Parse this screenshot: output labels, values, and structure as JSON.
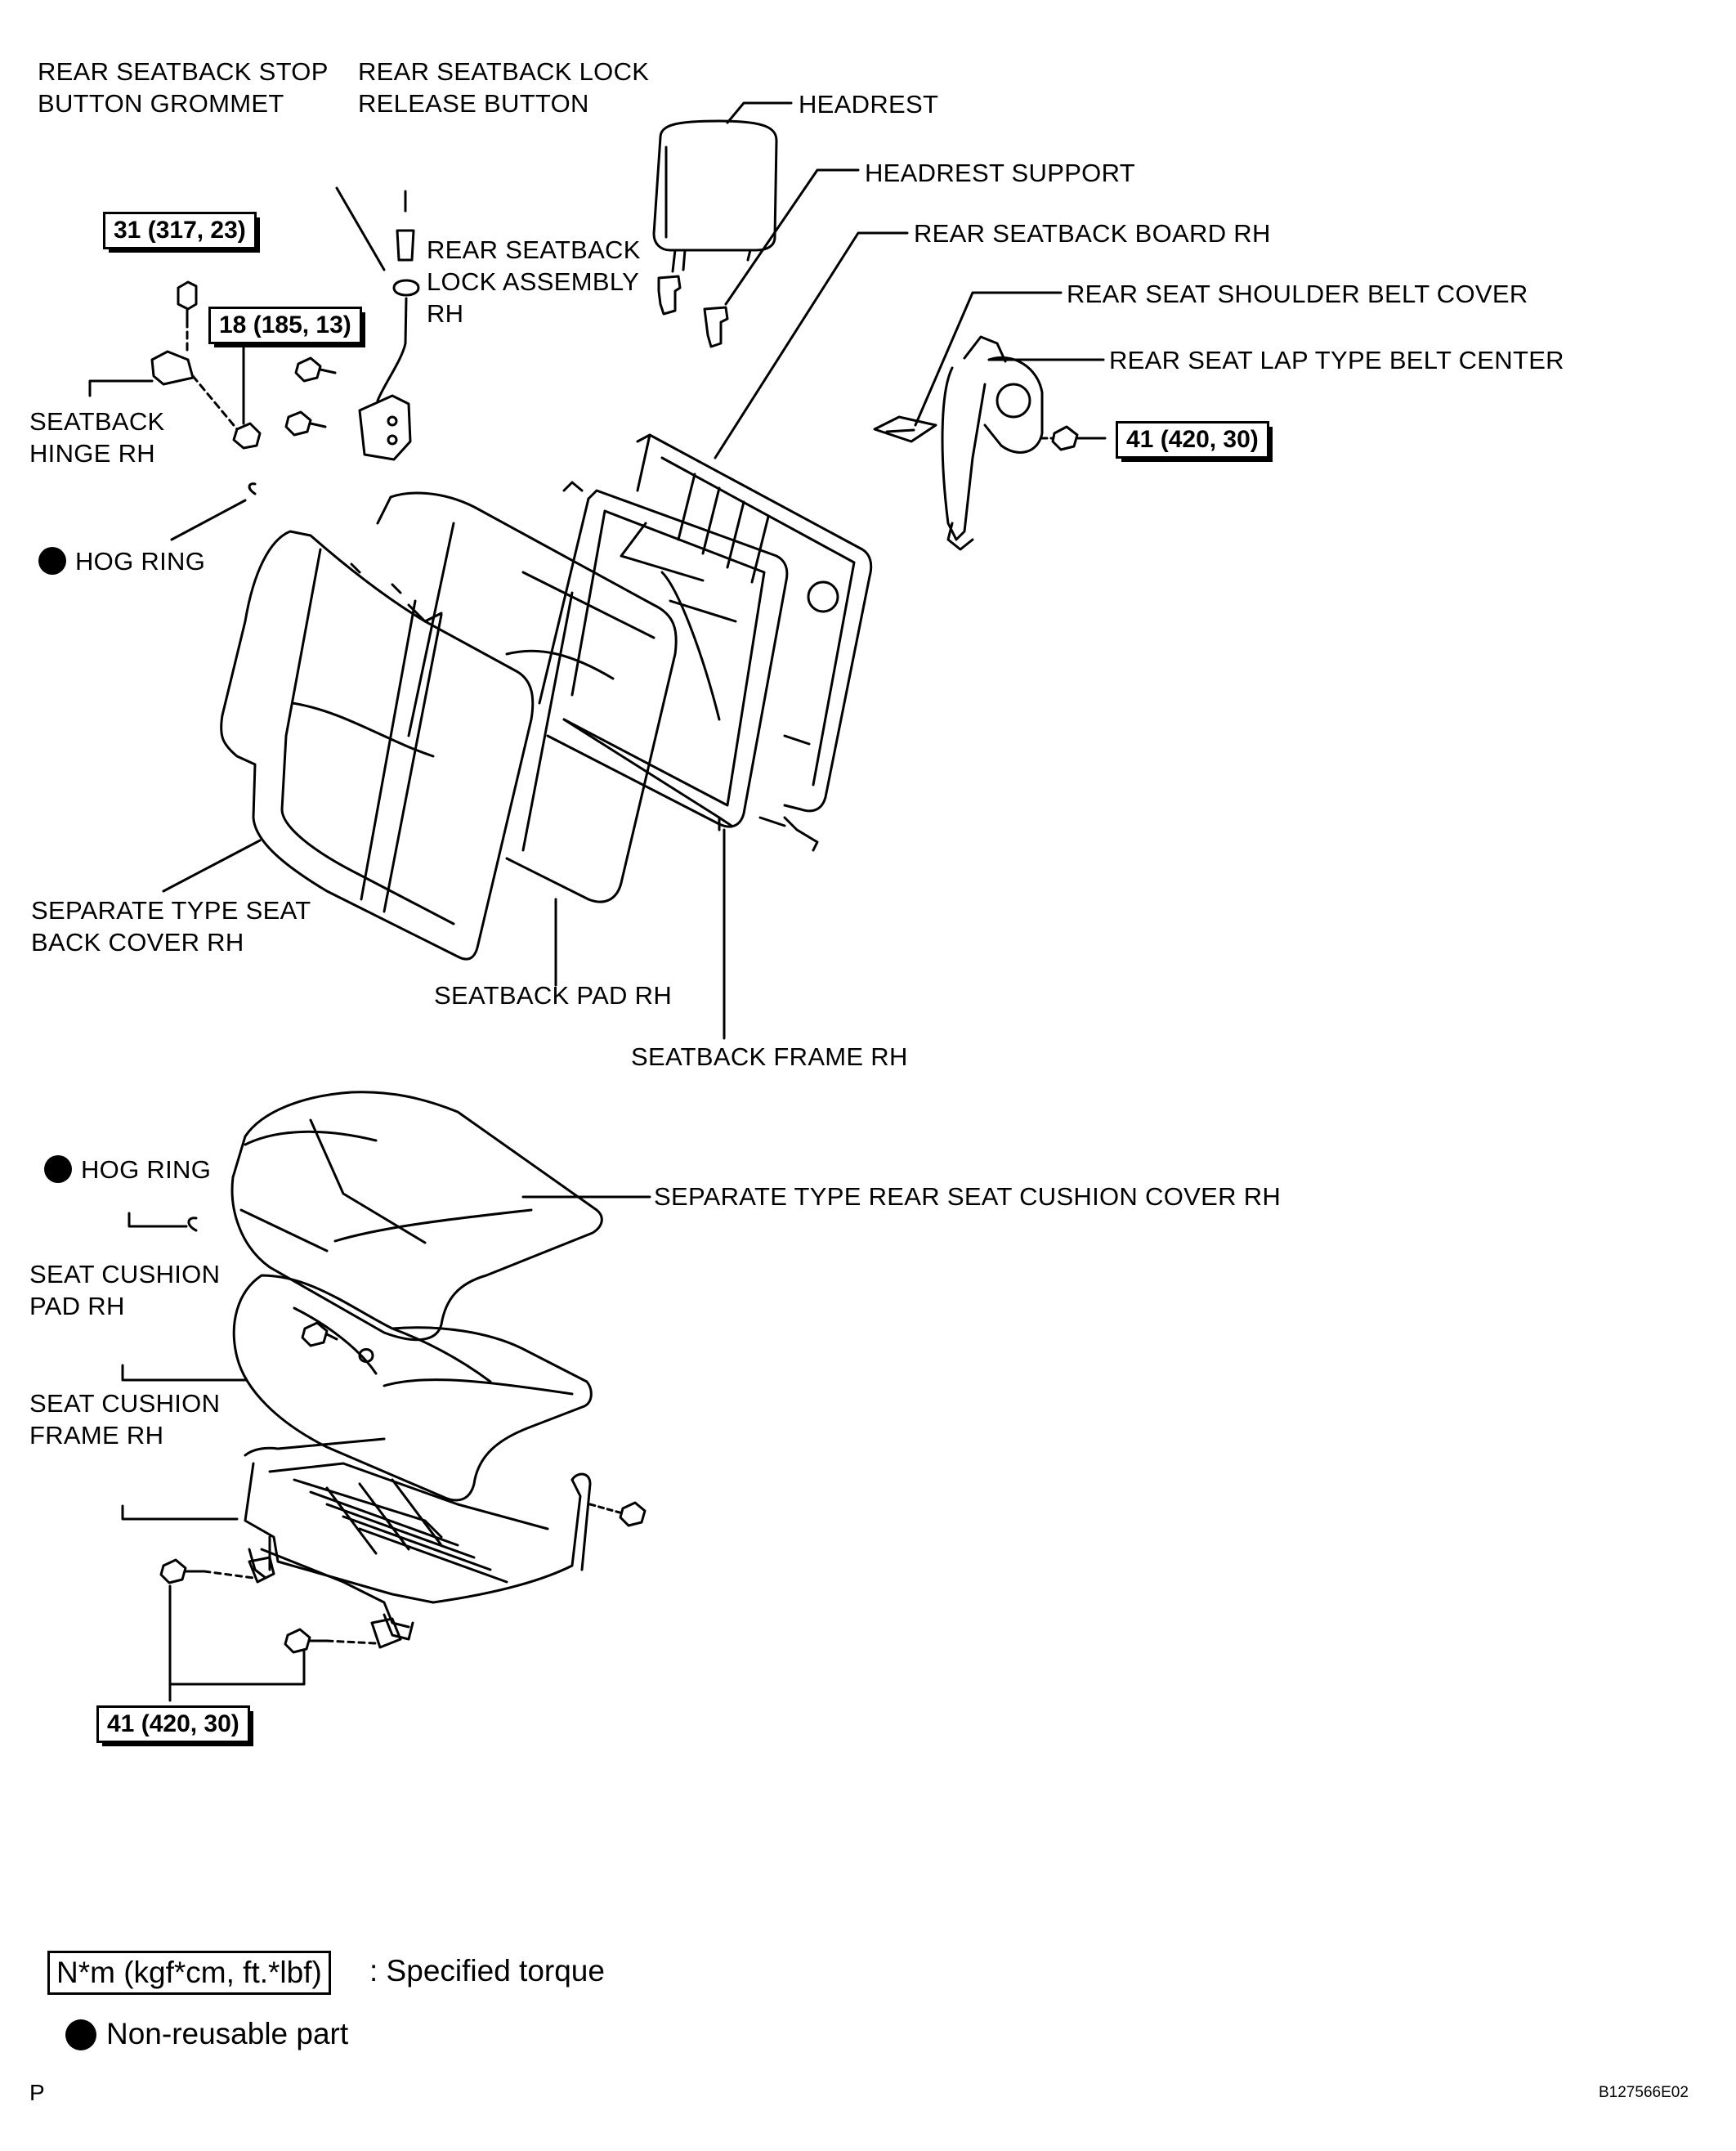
{
  "labels": {
    "stop_button_grommet": "REAR SEATBACK STOP\nBUTTON GROMMET",
    "lock_release_button": "REAR SEATBACK LOCK\nRELEASE BUTTON",
    "headrest": "HEADREST",
    "headrest_support": "HEADREST SUPPORT",
    "seatback_board": "REAR SEATBACK BOARD RH",
    "lock_assembly": "REAR SEATBACK\nLOCK ASSEMBLY\nRH",
    "shoulder_belt_cover": "REAR SEAT SHOULDER BELT COVER",
    "lap_belt_center": "REAR SEAT LAP TYPE BELT CENTER",
    "seatback_hinge": "SEATBACK\nHINGE RH",
    "hog_ring_upper": "HOG RING",
    "back_cover": "SEPARATE TYPE SEAT\nBACK COVER RH",
    "seatback_pad": "SEATBACK PAD RH",
    "seatback_frame": "SEATBACK FRAME RH",
    "hog_ring_lower": "HOG RING",
    "cushion_cover": "SEPARATE TYPE REAR SEAT CUSHION COVER RH",
    "cushion_pad": "SEAT CUSHION\nPAD RH",
    "cushion_frame": "SEAT CUSHION\nFRAME RH"
  },
  "torques": {
    "hinge_upper": "31 (317, 23)",
    "hinge_lower": "18 (185, 13)",
    "belt": "41 (420, 30)",
    "cushion": "41 (420, 30)"
  },
  "legend": {
    "torque_box": "N*m (kgf*cm, ft.*lbf)",
    "torque_text": ": Specified torque",
    "nonreusable_text": "Non-reusable part"
  },
  "footer": {
    "page_letter": "P",
    "figure_id": "B127566E02"
  }
}
